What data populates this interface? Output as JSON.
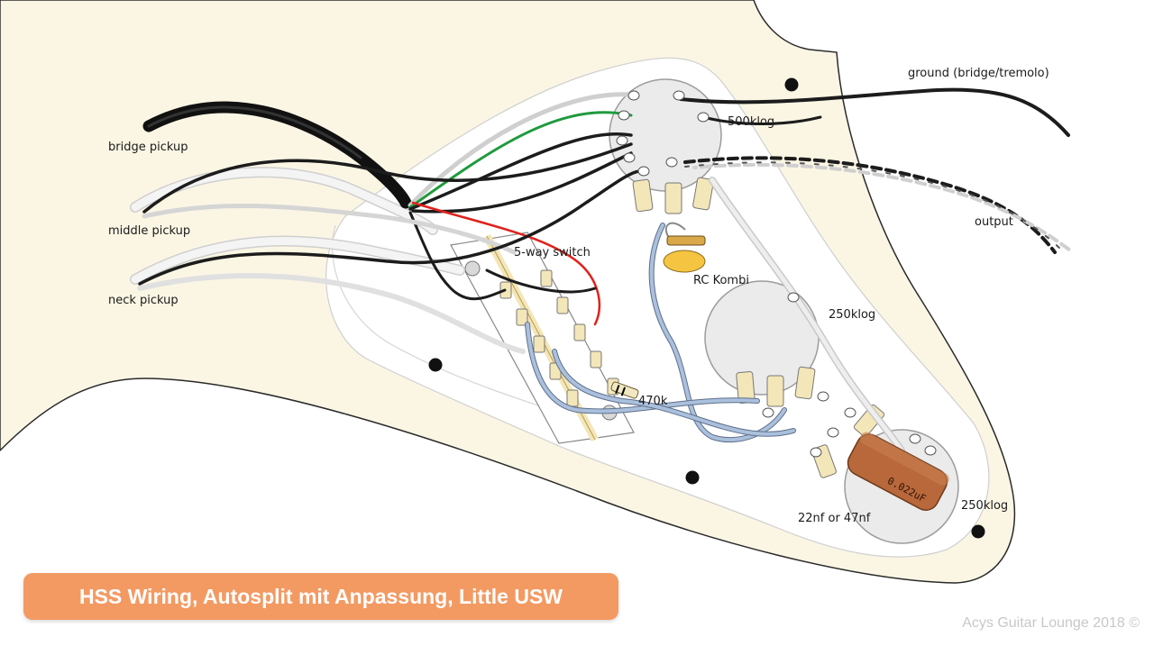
{
  "labels": {
    "bridge_pickup": "bridge pickup",
    "middle_pickup": "middle pickup",
    "neck_pickup": "neck pickup",
    "ground": "ground (bridge/tremolo)",
    "pot_volume": "500klog",
    "output": "output",
    "switch": "5-way switch",
    "rc_kombi": "RC Kombi",
    "pot_tone_1": "250klog",
    "resistor": "470k",
    "capacitor": "22nf or 47nf",
    "pot_tone_2": "250klog"
  },
  "capacitor_print": "0.022uF",
  "title": "HSS Wiring, Autosplit mit Anpassung, Little USW",
  "credit": "Acys Guitar Lounge 2018 ©",
  "colors": {
    "pickguard": "#fbf6e4",
    "plate": "#ffffff",
    "wire_black": "#1c1c1c",
    "wire_white": "#e6e6e6",
    "wire_green": "#1f9a3e",
    "wire_red": "#e0211b",
    "wire_blue": "#8aa6cc",
    "capacitor": "#b8683a",
    "rc_kombi": "#f5c542",
    "title_badge": "#f39a63"
  }
}
